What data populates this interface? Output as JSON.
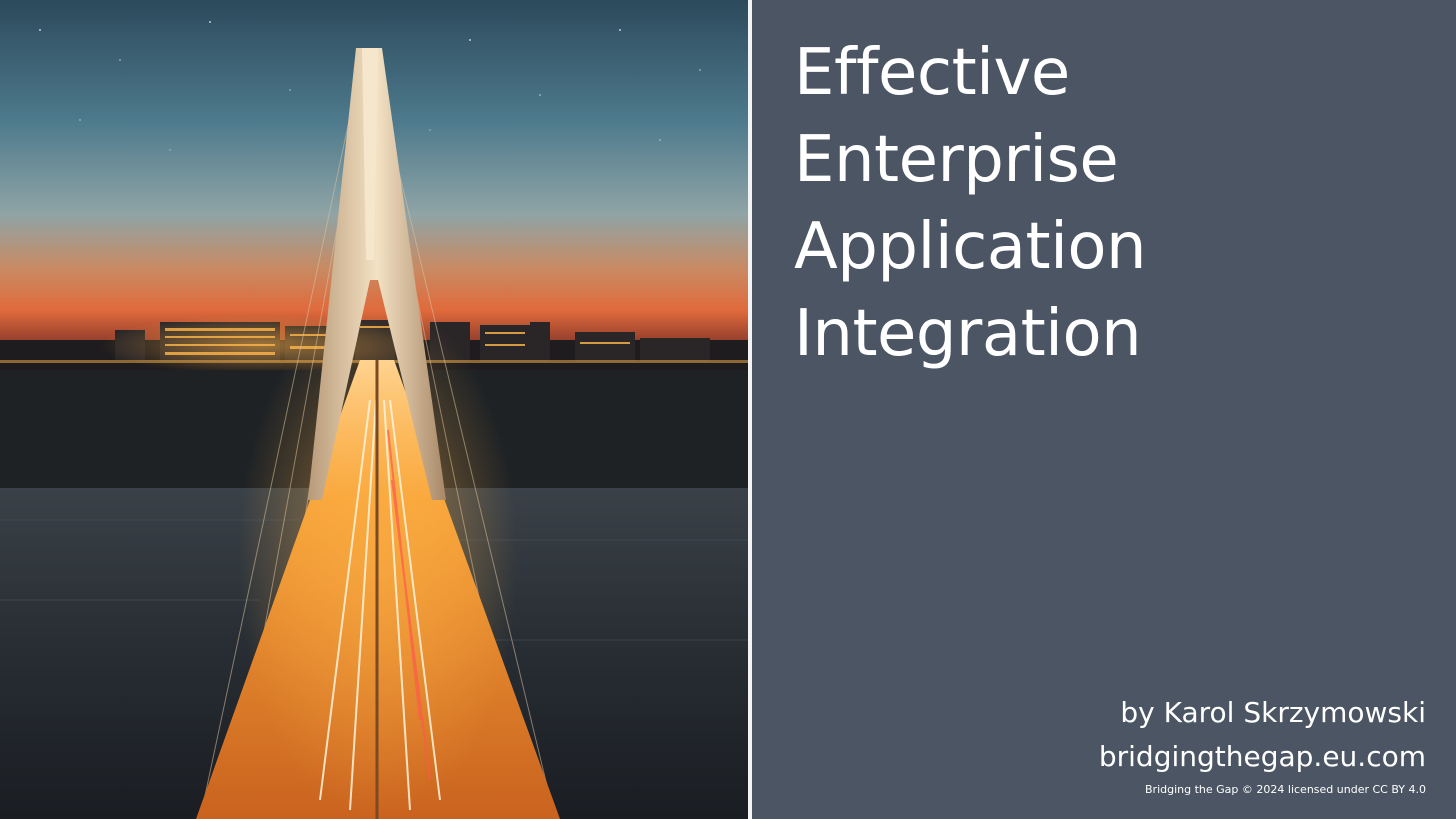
{
  "photo": {
    "subject": "bridge-photo",
    "colors": {
      "sky_top": "#2f4f62",
      "sky_mid": "#6a8a96",
      "horizon": "#d9643a",
      "water": "#22272d",
      "lights": "#f7a43a"
    }
  },
  "panel": {
    "background": "#4b5563",
    "title_lines": [
      "Effective",
      "Enterprise",
      "Application",
      "Integration"
    ],
    "author": "by Karol Skrzymowski",
    "website": "bridgingthegap.eu.com",
    "license": "Bridging the Gap © 2024 licensed under CC BY 4.0"
  }
}
